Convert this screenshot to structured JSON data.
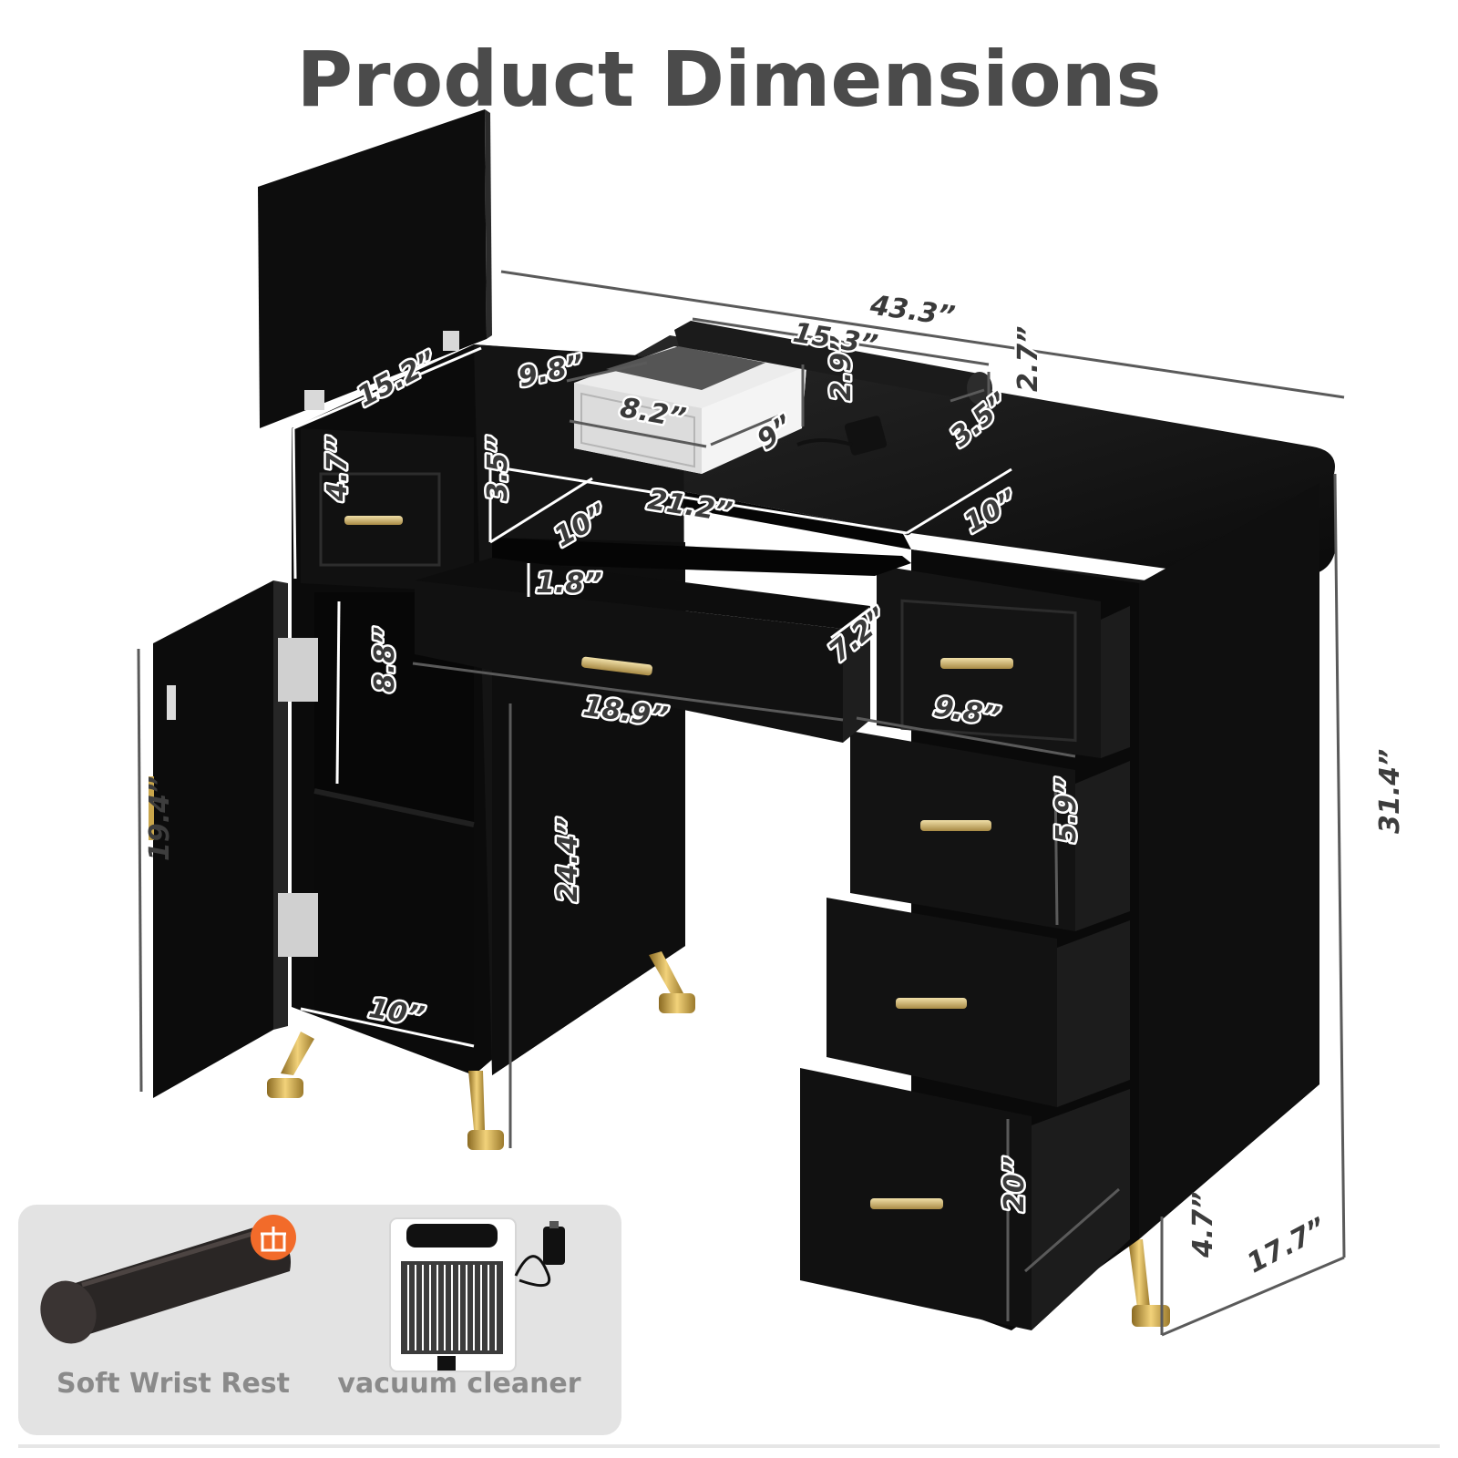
{
  "title": "Product Dimensions",
  "dimensions": {
    "total_width": "43.3”",
    "vacuum_length": "15.3”",
    "cabinet_depth": "15.2”",
    "vacuum_width": "9.8”",
    "vacuum_front": "8.2”",
    "vacuum_depth": "9”",
    "vacuum_height": "2.9”",
    "wrist_rest_height": "2.7”",
    "wrist_rest_dia": "3.5”",
    "top_drawer_height": "4.7”",
    "shelf_height": "3.5”",
    "open_depth_left": "10”",
    "desk_top_width": "21.2”",
    "right_top_depth": "10”",
    "drawer_height": "1.8”",
    "drawer_depth": "7.2”",
    "drawer_width": "18.9”",
    "side_drawer_width": "9.8”",
    "cabinet_shelf": "8.8”",
    "door_height": "19.4”",
    "leg_clearance": "24.4”",
    "cabinet_bottom": "10”",
    "side_drawer_height": "5.9”",
    "bottom_drawer_depth": "20”",
    "leg_height": "4.7”",
    "total_depth": "17.7”",
    "total_height": "31.4”"
  },
  "accessories": [
    {
      "label": "Soft Wrist Rest"
    },
    {
      "label": "vacuum cleaner"
    }
  ],
  "colors": {
    "title": "#4b4b4b",
    "desk": "#0c0c0c",
    "gold": "#c9a64b",
    "panel": "#e3e3e3",
    "badge": "#f26b2a"
  }
}
